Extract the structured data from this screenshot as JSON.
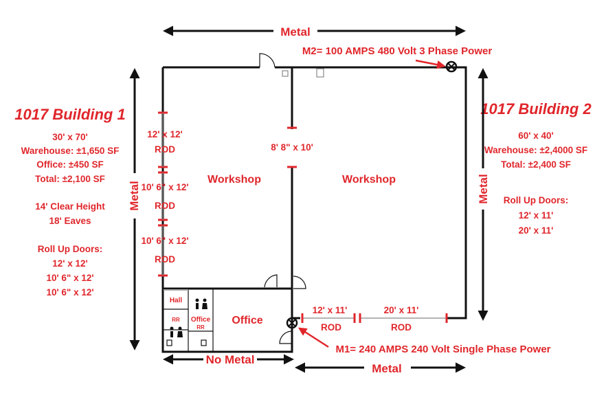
{
  "building1": {
    "title": "1017 Building 1",
    "lines": [
      "30' x 70'",
      "Warehouse: ±1,650 SF",
      "Office: ±450 SF",
      "Total: ±2,100 SF"
    ],
    "height_lines": [
      "14' Clear Height",
      "18' Eaves"
    ],
    "doors_heading": "Roll Up Doors:",
    "doors": [
      "12' x 12'",
      "10' 6\" x 12'",
      "10' 6\" x 12'"
    ]
  },
  "building2": {
    "title": "1017 Building 2",
    "lines": [
      "60' x 40'",
      "Warehouse: ±2,4000 SF",
      "Total: ±2,400 SF"
    ],
    "doors_heading": "Roll Up Doors:",
    "doors": [
      "12' x 11'",
      "20' x 11'"
    ]
  },
  "walls": {
    "top": "Metal",
    "left": "Metal",
    "right": "Metal",
    "bottom_left": "No Metal",
    "bottom_right": "Metal"
  },
  "power": {
    "m2": "M2= 100 AMPS 480 Volt 3 Phase Power",
    "m1": "M1= 240 AMPS 240 Volt Single Phase Power"
  },
  "rooms": {
    "workshop1": "Workshop",
    "workshop2": "Workshop",
    "office": "Office",
    "office_small": "Office",
    "hall": "Hall",
    "rr1": "RR",
    "rr2": "RR"
  },
  "openings": {
    "west1_size": "12' x 12'",
    "west1_type": "ROD",
    "west2_size": "10' 6\" x 12'",
    "west2_type": "ROD",
    "west3_size": "10' 6\" x 12'",
    "west3_type": "ROD",
    "interior_size": "8' 8\" x 10'",
    "south1_size": "12' x 11'",
    "south1_type": "ROD",
    "south2_size": "20' x 11'",
    "south2_type": "ROD"
  },
  "colors": {
    "label_red": "#e0262b",
    "wall": "#111111"
  }
}
